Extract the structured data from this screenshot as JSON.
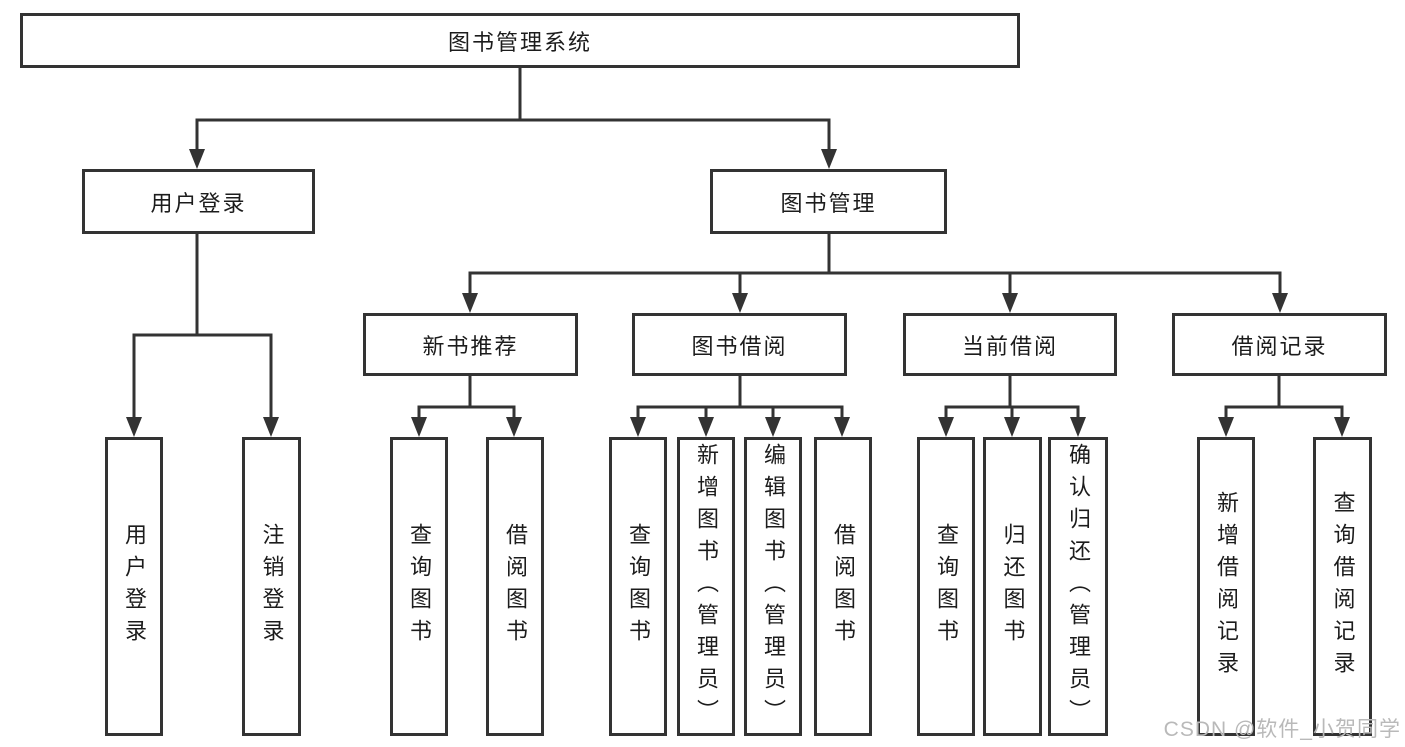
{
  "root": {
    "label": "图书管理系统"
  },
  "level2": {
    "user_login": {
      "label": "用户登录"
    },
    "book_mgmt": {
      "label": "图书管理"
    }
  },
  "level3": {
    "new_book": {
      "label": "新书推荐"
    },
    "borrow": {
      "label": "图书借阅"
    },
    "current": {
      "label": "当前借阅"
    },
    "records": {
      "label": "借阅记录"
    }
  },
  "leaves": {
    "user_login": [
      "用户登录",
      "注销登录"
    ],
    "new_book": [
      "查询图书",
      "借阅图书"
    ],
    "borrow": [
      "查询图书",
      "新增图书（管理员）",
      "编辑图书（管理员）",
      "借阅图书"
    ],
    "current": [
      "查询图书",
      "归还图书",
      "确认归还（管理员）"
    ],
    "records": [
      "新增借阅记录",
      "查询借阅记录"
    ]
  },
  "watermark": {
    "text": "CSDN @软件_小贺同学"
  },
  "colors": {
    "line": "#333333",
    "box_border": "#333333",
    "text": "#1c1c1c",
    "watermark": "#b9b9b9",
    "background": "#ffffff"
  }
}
